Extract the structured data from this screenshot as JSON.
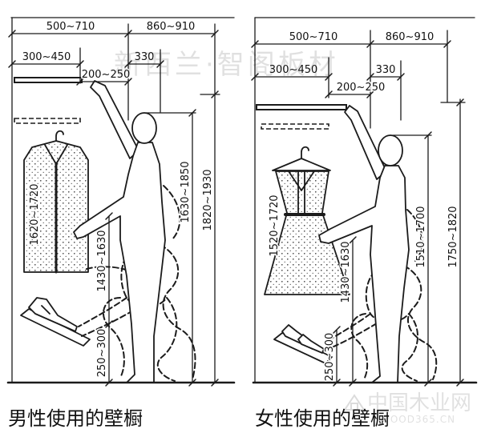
{
  "watermark": {
    "banner": "新西兰·智阁板材",
    "site_name": "中国木业网",
    "site_domain": "WOOD365.CN"
  },
  "panels": [
    {
      "caption": "男性使用的壁橱",
      "dimensions": {
        "top_span_left": "500~710",
        "top_span_right": "860~910",
        "mid_span_left": "300~450",
        "mid_span_right": "330",
        "shelf_gap": "200~250",
        "v_garment": "1620~1720",
        "v_forearm": "1430~1630",
        "v_head": "1630~1850",
        "v_reach": "1820~1930",
        "v_shoe": "250~300"
      }
    },
    {
      "caption": "女性使用的壁橱",
      "dimensions": {
        "top_span_left": "500~710",
        "top_span_right": "860~910",
        "mid_span_left": "300~450",
        "mid_span_right": "330",
        "shelf_gap": "200~250",
        "v_garment": "1520~1720",
        "v_forearm": "1430~1630",
        "v_head": "1510~1700",
        "v_reach": "1750~1820",
        "v_shoe": "250~300"
      }
    }
  ]
}
